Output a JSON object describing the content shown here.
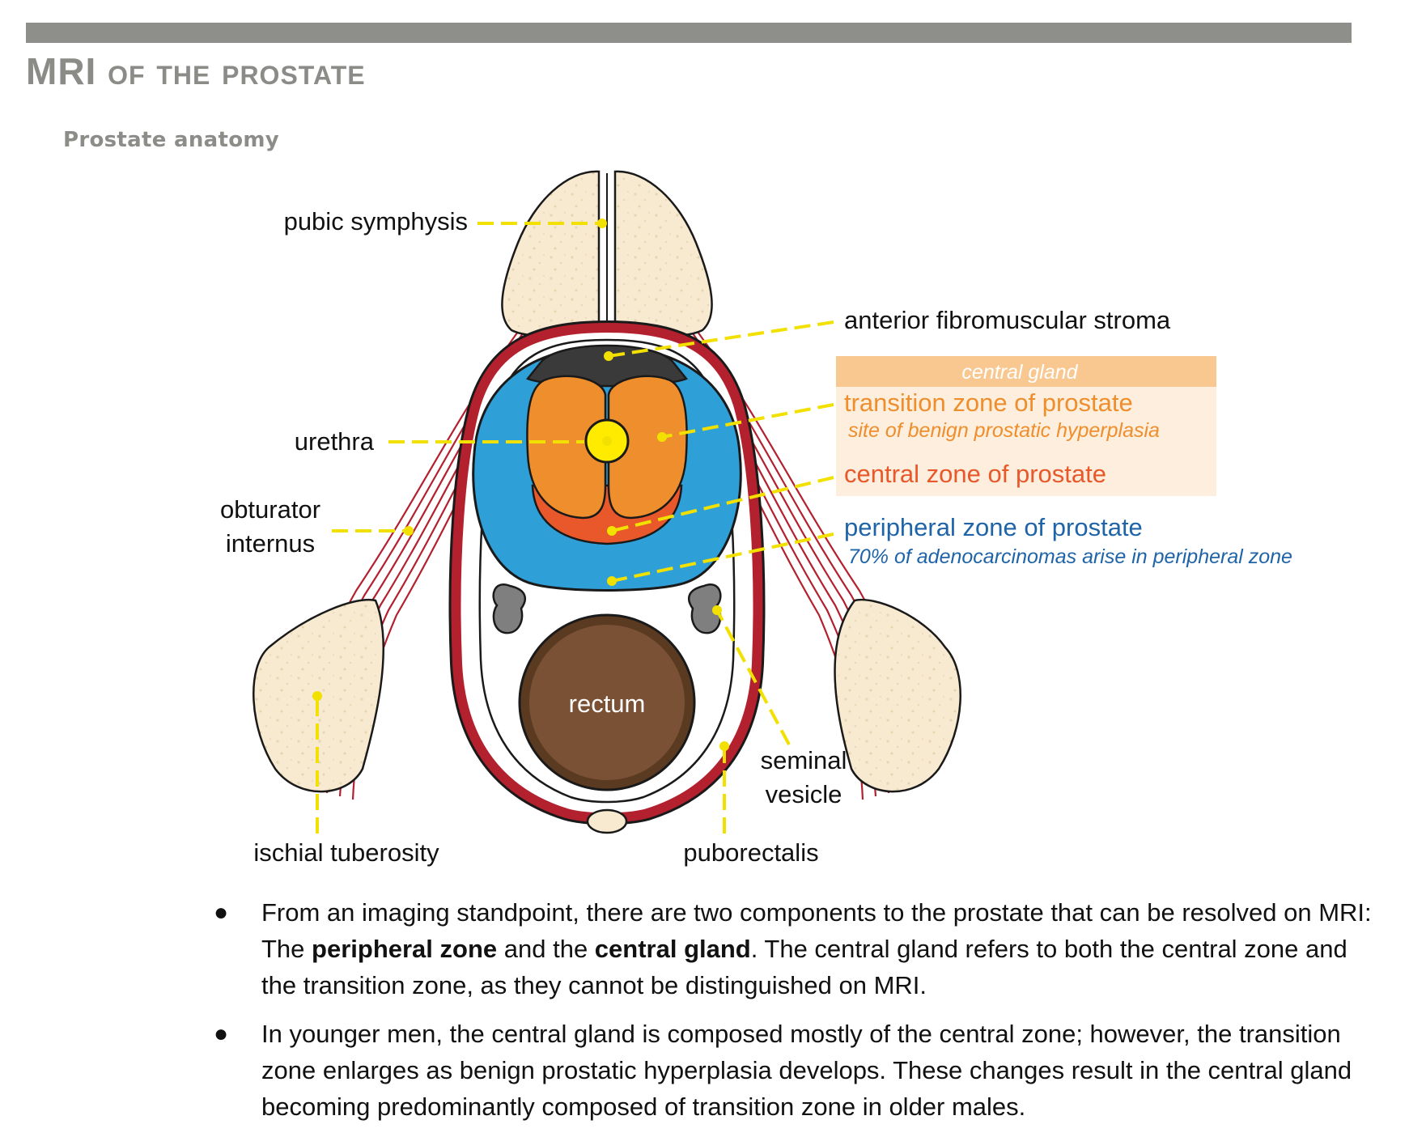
{
  "header": {
    "title": "MRI of the prostate",
    "subtitle": "Prostate anatomy"
  },
  "diagram": {
    "labels": {
      "pubic_symphysis": "pubic symphysis",
      "anterior_fibromuscular_stroma": "anterior fibromuscular stroma",
      "urethra": "urethra",
      "obturator_internus_line1": "obturator",
      "obturator_internus_line2": "internus",
      "rectum": "rectum",
      "seminal_vesicle_line1": "seminal",
      "seminal_vesicle_line2": "vesicle",
      "ischial_tuberosity": "ischial tuberosity",
      "puborectalis": "puborectalis"
    },
    "legend": {
      "central_gland_header": "central gland",
      "transition_zone": "transition zone of prostate",
      "transition_zone_note": "site of benign prostatic hyperplasia",
      "central_zone": "central zone of prostate",
      "peripheral_zone": "peripheral zone of prostate",
      "peripheral_zone_note": "70% of adenocarcinomas arise in peripheral zone"
    },
    "colors": {
      "transition_zone": "#ee8e2c",
      "central_zone": "#e8582a",
      "peripheral_zone": "#2f9fd8",
      "fibromuscular_stroma": "#3a3a3a",
      "urethra": "#ffeb00",
      "rectum": "#7a5134",
      "bone": "#f7ead0",
      "muscle": "#b3202e",
      "leader_lines": "#f2e100",
      "legend_central_text": "#e8582a",
      "legend_transition_text": "#ee8e2c",
      "legend_peripheral_text": "#1f64a8"
    }
  },
  "notes": [
    {
      "parts": [
        {
          "text": "From an imaging standpoint, there are two components to the prostate that can be resolved on MRI: The ",
          "bold": false
        },
        {
          "text": "peripheral zone",
          "bold": true
        },
        {
          "text": " and the ",
          "bold": false
        },
        {
          "text": "central gland",
          "bold": true
        },
        {
          "text": ". The central gland refers to both the central zone and the transition zone, as they cannot be distinguished on MRI.",
          "bold": false
        }
      ]
    },
    {
      "parts": [
        {
          "text": "In younger men, the central gland is composed mostly of the central zone; however, the transition zone enlarges as benign prostatic hyperplasia develops. These changes result in the central gland becoming predominantly composed of transition zone in older males.",
          "bold": false
        }
      ]
    }
  ],
  "bullet_symbol": "●"
}
